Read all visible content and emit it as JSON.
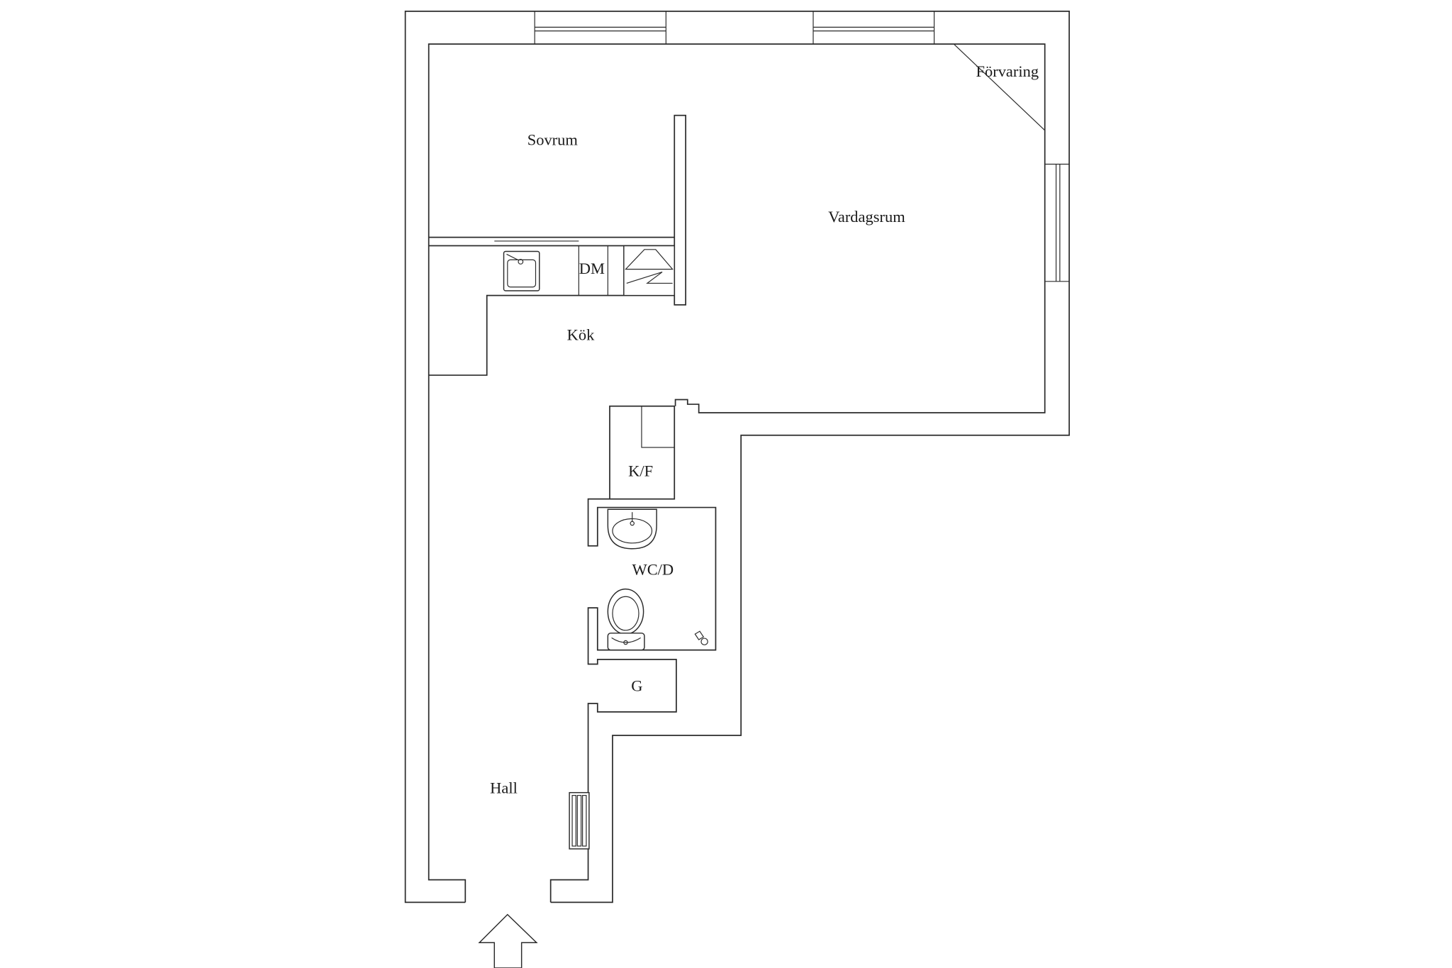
{
  "plan": {
    "rooms": {
      "forvaring": "Förvaring",
      "sovrum": "Sovrum",
      "vardagsrum": "Vardagsrum",
      "dm": "DM",
      "kok": "Kök",
      "kf": "K/F",
      "wcd": "WC/D",
      "g": "G",
      "hall": "Hall"
    },
    "icons": [
      "kitchen-sink-icon",
      "stove-icon",
      "washbasin-icon",
      "toilet-icon",
      "floor-drain-icon",
      "radiator-icon",
      "entrance-arrow-icon"
    ]
  },
  "colors": {
    "line": "#2b2b2b",
    "background": "#ffffff"
  }
}
